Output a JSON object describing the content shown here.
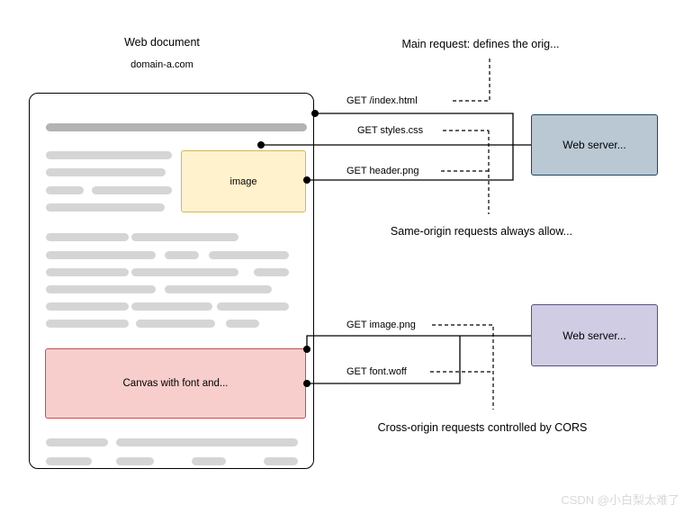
{
  "diagram": {
    "web_document": {
      "title": "Web document",
      "domain": "domain-a.com",
      "image_label": "image",
      "canvas_label": "Canvas with font and..."
    },
    "requests": [
      {
        "label": "GET /index.html"
      },
      {
        "label": "GET styles.css"
      },
      {
        "label": "GET header.png"
      },
      {
        "label": "GET image.png"
      },
      {
        "label": "GET font.woff"
      }
    ],
    "servers": {
      "same_origin_label": "Web server...",
      "cross_origin_label": "Web server..."
    },
    "annotations": {
      "main_request": "Main request: defines the orig...",
      "same_origin": "Same-origin requests always allow...",
      "cross_origin": "Cross-origin requests controlled by CORS"
    },
    "watermark": "CSDN @小白梨太难了",
    "colors": {
      "image_box_fill": "#fff2cc",
      "image_box_border": "#d6b656",
      "canvas_box_fill": "#f8cecc",
      "canvas_box_border": "#b85450",
      "server_same_origin_fill": "#bac8d3",
      "server_same_origin_border": "#23445d",
      "server_cross_origin_fill": "#d0cce4",
      "server_cross_origin_border": "#56517e",
      "placeholder_bar": "#d5d5d5",
      "placeholder_bar_dark": "#b3b3b3",
      "watermark_text": "#d9d9d9"
    }
  }
}
